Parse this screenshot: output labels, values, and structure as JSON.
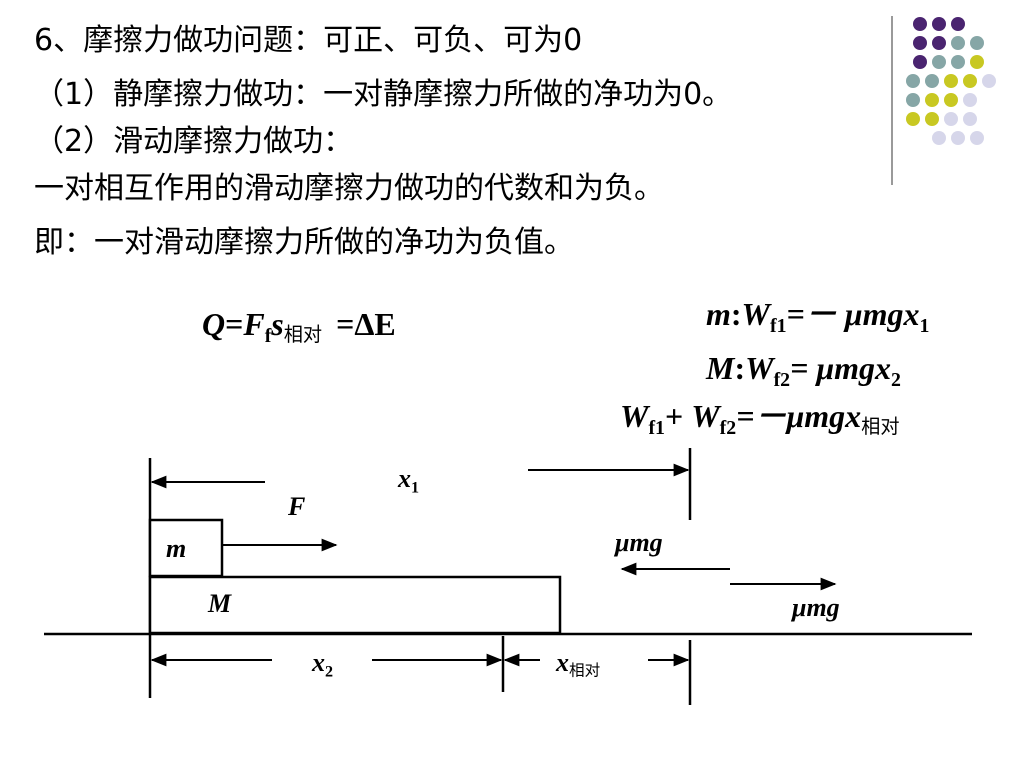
{
  "heading": {
    "line1": "6、摩擦力做功问题：可正、可负、可为0",
    "line2": "（1）静摩擦力做功：一对静摩擦力所做的净功为0。",
    "line3": "（2）滑动摩擦力做功：",
    "line4": "一对相互作用的滑动摩擦力做功的代数和为负。",
    "line5": "即：一对滑动摩擦力所做的净功为负值。"
  },
  "formulas": {
    "q": {
      "lhs": "Q",
      "eq1": "=",
      "f": "F",
      "fsub": "f",
      "s": "s",
      "ssub": "相对",
      "eq2": "=ΔE"
    },
    "m_work": {
      "mass": "m",
      "colon": ":",
      "w": "W",
      "sub": "f1",
      "rhs": "=－ μmgx",
      "rsub": "1"
    },
    "big_m_work": {
      "mass": "M",
      "colon": ":",
      "w": "W",
      "sub": "f2",
      "rhs": "= μmgx",
      "rsub": "2"
    },
    "sum": {
      "w1": "W",
      "sub1": "f1",
      "plus": "+ ",
      "w2": "W",
      "sub2": "f2",
      "rhs": "=－μmgx",
      "rsub": "相对"
    }
  },
  "diagram": {
    "x1": {
      "main": "x",
      "sub": "1"
    },
    "x2": {
      "main": "x",
      "sub": "2"
    },
    "xrel": {
      "main": "x",
      "sub": "相对"
    },
    "force": "F",
    "small_block": "m",
    "big_block": "M",
    "friction_top": "μmg",
    "friction_bottom": "μmg"
  },
  "decor": {
    "dot_colors": {
      "purple": "#4a2470",
      "teal": "#86a6a6",
      "yellow": "#c8c822",
      "lavender": "#d6d6ea"
    },
    "divider_color": "#9a9a9a"
  }
}
